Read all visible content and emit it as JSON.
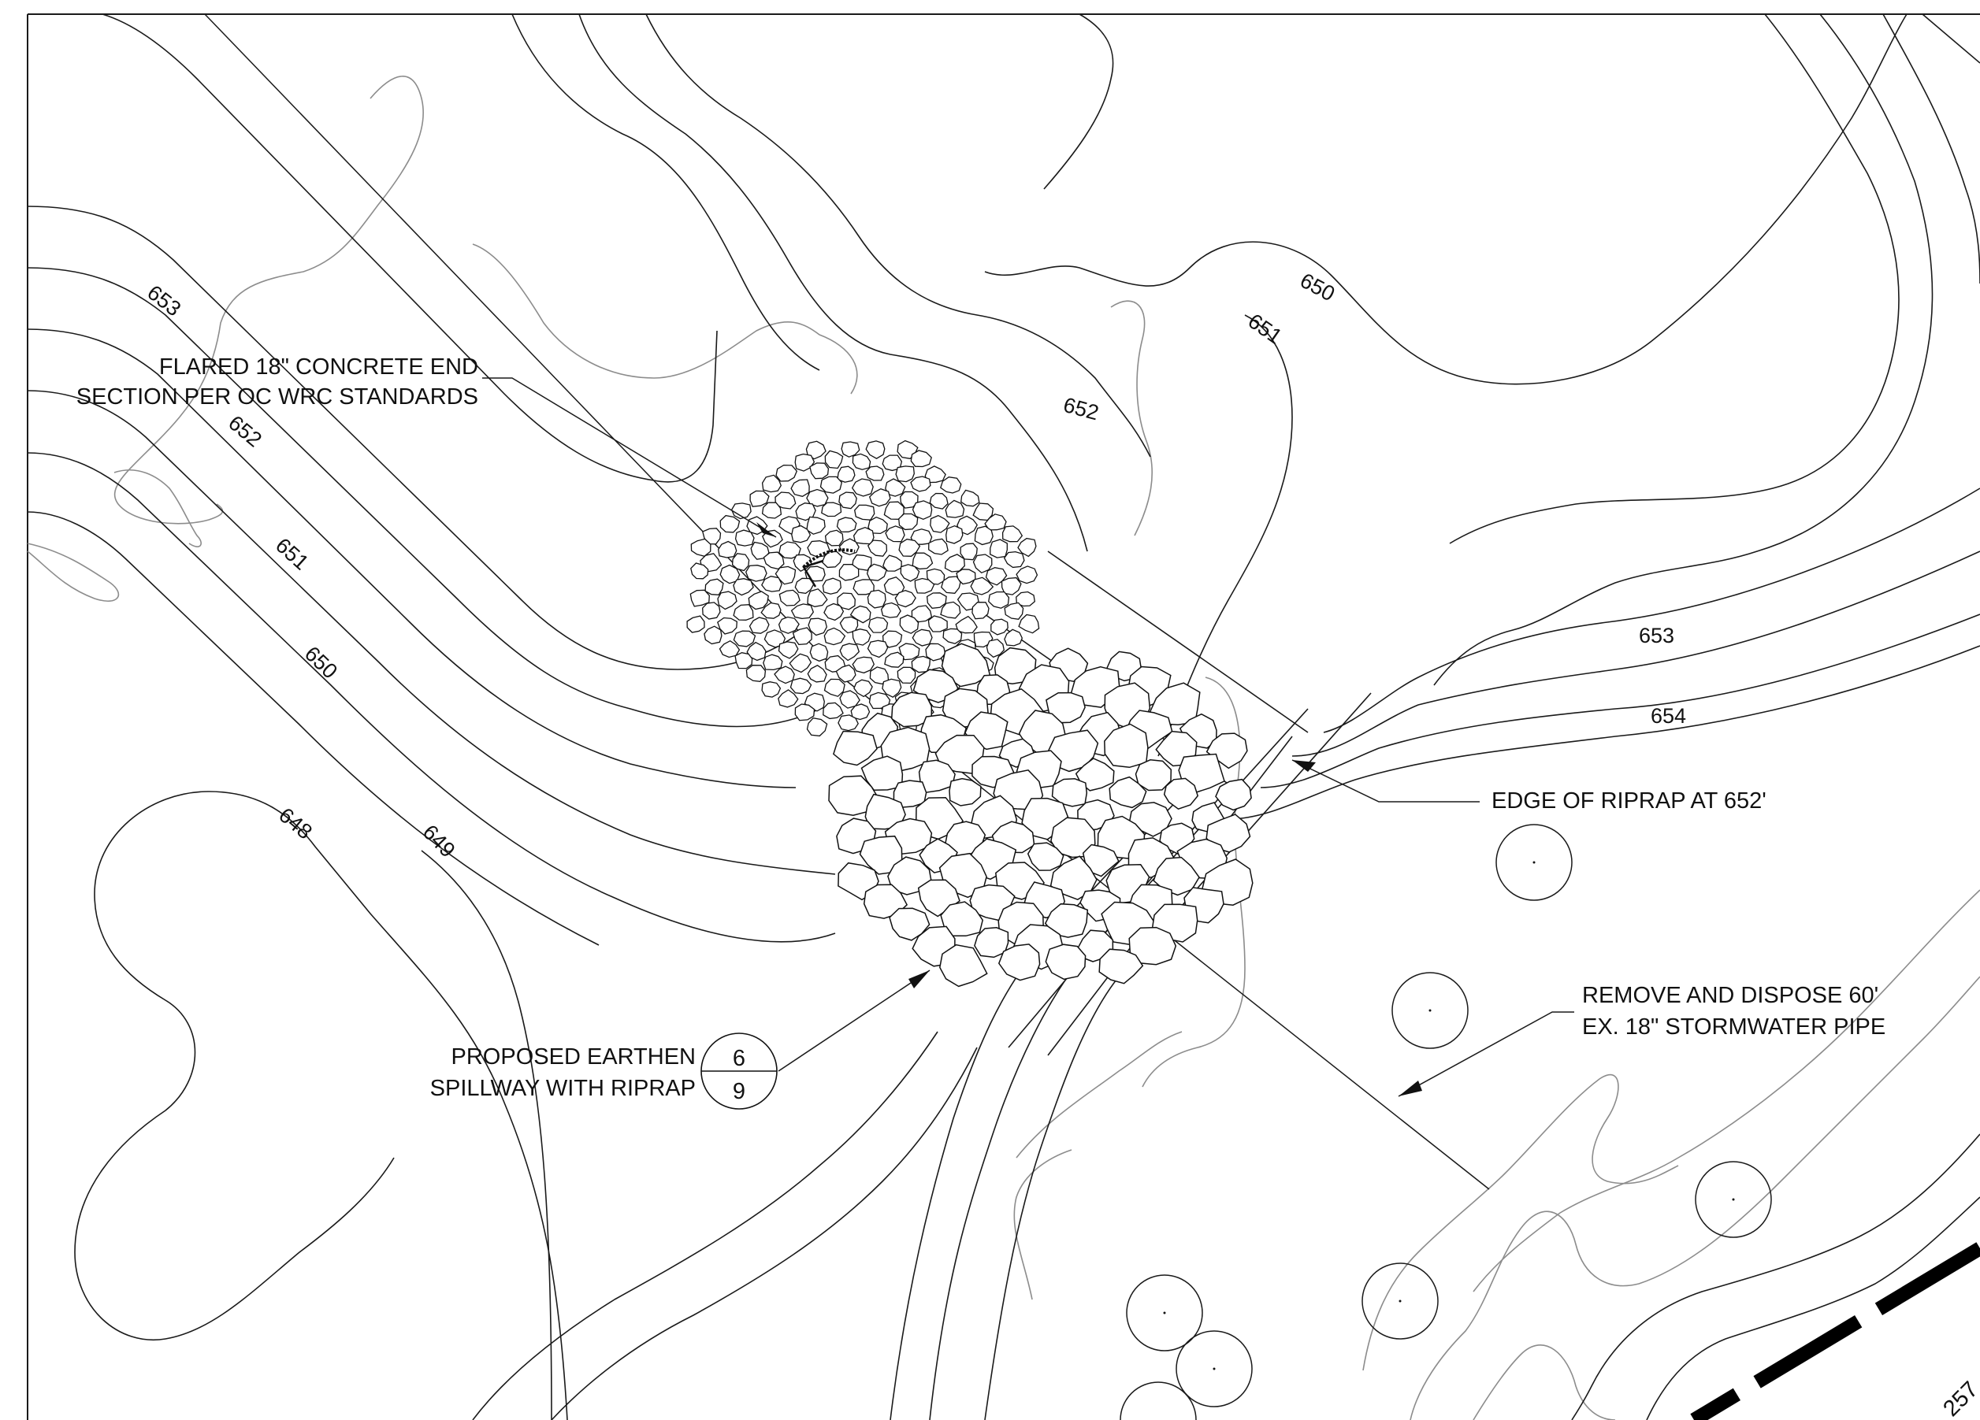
{
  "contour_labels": [
    {
      "id": "c653-left",
      "text": "653"
    },
    {
      "id": "c652-left",
      "text": "652"
    },
    {
      "id": "c651-left",
      "text": "651"
    },
    {
      "id": "c650-left",
      "text": "650"
    },
    {
      "id": "c649",
      "text": "649"
    },
    {
      "id": "c648",
      "text": "648"
    },
    {
      "id": "c650-top",
      "text": "650"
    },
    {
      "id": "c651-top",
      "text": "651"
    },
    {
      "id": "c652-top",
      "text": "652"
    },
    {
      "id": "c653-right",
      "text": "653"
    },
    {
      "id": "c654",
      "text": "654"
    }
  ],
  "callouts": {
    "flared_end_line1": "FLARED 18\" CONCRETE END",
    "flared_end_line2": "SECTION PER OC WRC STANDARDS",
    "riprap_edge": "EDGE OF RIPRAP AT 652'",
    "remove_pipe_line1": "REMOVE AND DISPOSE 60'",
    "remove_pipe_line2": "EX. 18\" STORMWATER PIPE",
    "spillway_line1": "PROPOSED EARTHEN",
    "spillway_line2": "SPILLWAY WITH RIPRAP"
  },
  "detail_tag": {
    "detail": "6",
    "sheet": "9"
  },
  "edge_text": "257"
}
